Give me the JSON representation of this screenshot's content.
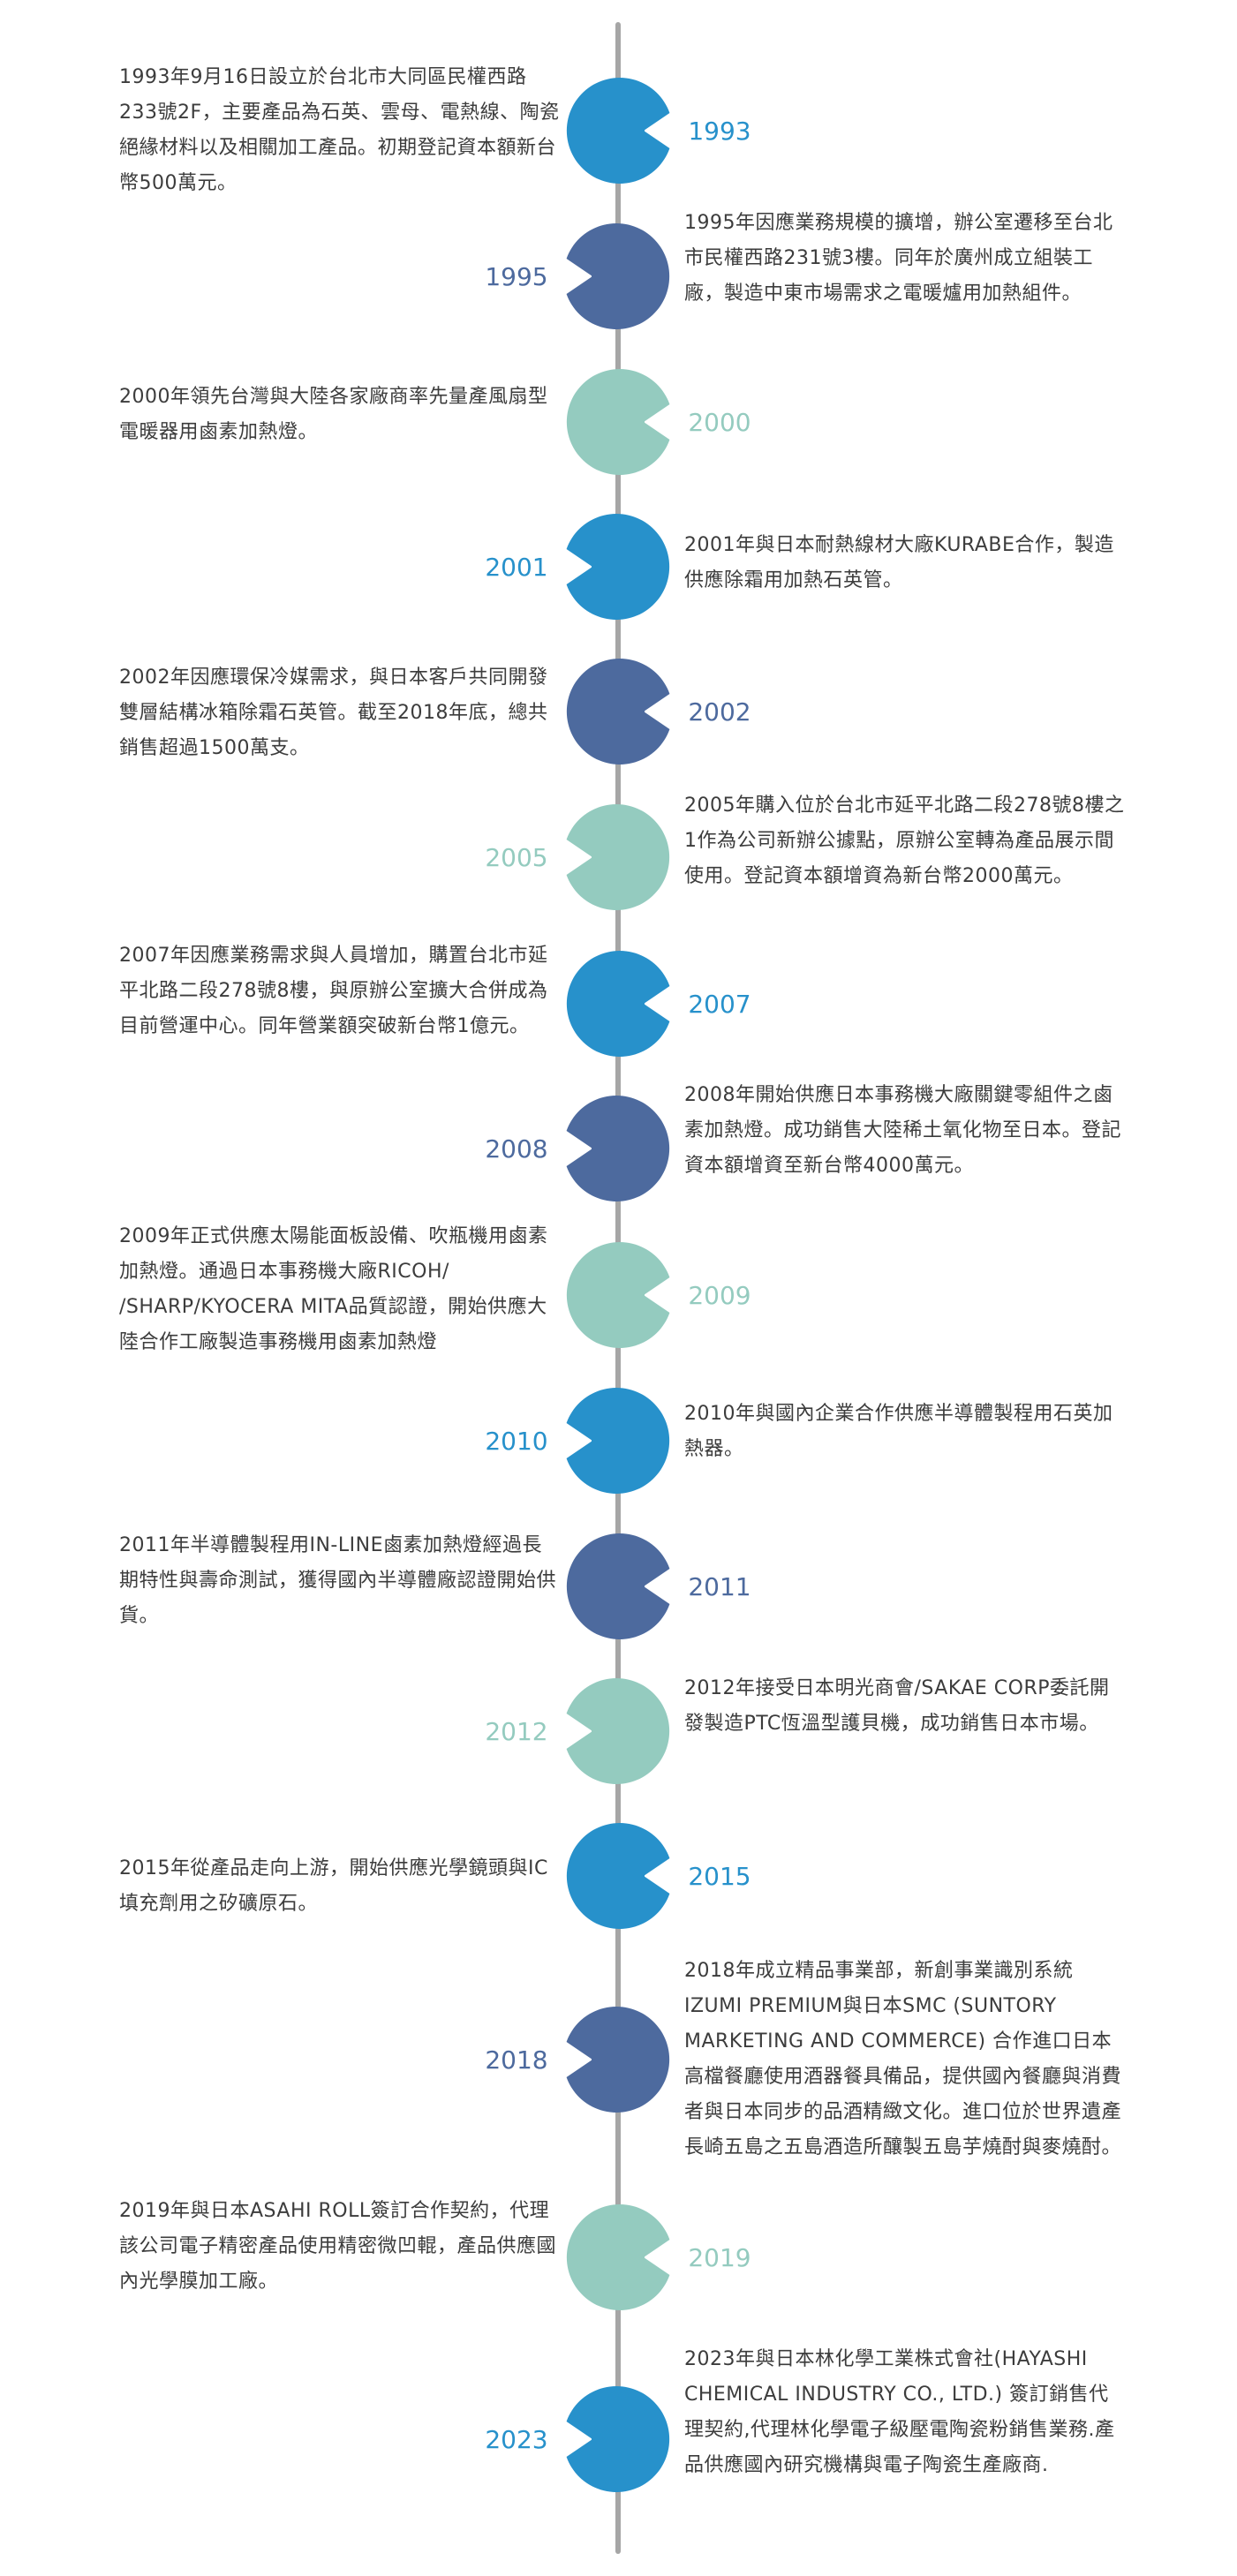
{
  "colors": {
    "blue": "#2791cb",
    "navy": "#4d6a9e",
    "teal": "#94cbbf",
    "spine": "#a6a6a6"
  },
  "events": [
    {
      "year": "1993",
      "side": "right",
      "color": "blue",
      "text": "1993年9月16日設立於台北市大同區民權西路233號2F，主要產品為石英、雲母、電熱線、陶瓷絕緣材料以及相關加工產品。初期登記資本額新台幣500萬元。"
    },
    {
      "year": "1995",
      "side": "left",
      "color": "navy",
      "text": "1995年因應業務規模的擴增，辦公室遷移至台北市民權西路231號3樓。同年於廣州成立組裝工廠，製造中東市場需求之電暖爐用加熱組件。"
    },
    {
      "year": "2000",
      "side": "right",
      "color": "teal",
      "text": "2000年領先台灣與大陸各家廠商率先量產風扇型電暖器用鹵素加熱燈。"
    },
    {
      "year": "2001",
      "side": "left",
      "color": "blue",
      "text": "2001年與日本耐熱線材大廠KURABE合作，製造供應除霜用加熱石英管。"
    },
    {
      "year": "2002",
      "side": "right",
      "color": "navy",
      "text": "2002年因應環保冷媒需求，與日本客戶共同開發雙層結構冰箱除霜石英管。截至2018年底，總共銷售超過1500萬支。"
    },
    {
      "year": "2005",
      "side": "left",
      "color": "teal",
      "text": "2005年購入位於台北市延平北路二段278號8樓之 1作為公司新辦公據點，原辦公室轉為產品展示間使用。登記資本額增資為新台幣2000萬元。"
    },
    {
      "year": "2007",
      "side": "right",
      "color": "blue",
      "text": "2007年因應業務需求與人員增加，購置台北市延平北路二段278號8樓，與原辦公室擴大合併成為目前營運中心。同年營業額突破新台幣1億元。"
    },
    {
      "year": "2008",
      "side": "left",
      "color": "navy",
      "text": "2008年開始供應日本事務機大廠關鍵零組件之鹵素加熱燈。成功銷售大陸稀土氧化物至日本。登記資本額增資至新台幣4000萬元。"
    },
    {
      "year": "2009",
      "side": "right",
      "color": "teal",
      "text": "2009年正式供應太陽能面板設備、吹瓶機用鹵素加熱燈。通過日本事務機大廠RICOH/ /SHARP/KYOCERA MITA品質認證，開始供應大陸合作工廠製造事務機用鹵素加熱燈"
    },
    {
      "year": "2010",
      "side": "left",
      "color": "blue",
      "text": "2010年與國內企業合作供應半導體製程用石英加熱器。"
    },
    {
      "year": "2011",
      "side": "right",
      "color": "navy",
      "text": "2011年半導體製程用IN-LINE鹵素加熱燈經過長期特性與壽命測試，獲得國內半導體廠認證開始供貨。"
    },
    {
      "year": "2012",
      "side": "left",
      "color": "teal",
      "text": "2012年接受日本明光商會/SAKAE CORP委託開發製造PTC恆溫型護貝機，成功銷售日本市場。"
    },
    {
      "year": "2015",
      "side": "right",
      "color": "blue",
      "text": "2015年從產品走向上游，開始供應光學鏡頭與IC填充劑用之矽礦原石。"
    },
    {
      "year": "2018",
      "side": "left",
      "color": "navy",
      "text": "2018年成立精品事業部，新創事業識別系統IZUMI PREMIUM與日本SMC (SUNTORY MARKETING AND COMMERCE) 合作進口日本高檔餐廳使用酒器餐具備品，提供國內餐廳與消費者與日本同步的品酒精緻文化。進口位於世界遺產長崎五島之五島酒造所釀製五島芋燒酎與麥燒酎。"
    },
    {
      "year": "2019",
      "side": "right",
      "color": "teal",
      "text": "2019年與日本ASAHI ROLL簽訂合作契約，代理該公司電子精密產品使用精密微凹輥，產品供應國內光學膜加工廠。"
    },
    {
      "year": "2023",
      "side": "left",
      "color": "blue",
      "text": "2023年與日本林化學工業株式會社(HAYASHI CHEMICAL INDUSTRY CO., LTD.) 簽訂銷售代理契約,代理林化學電子級壓電陶瓷粉銷售業務.產品供應國內研究機構與電子陶瓷生產廠商."
    }
  ]
}
